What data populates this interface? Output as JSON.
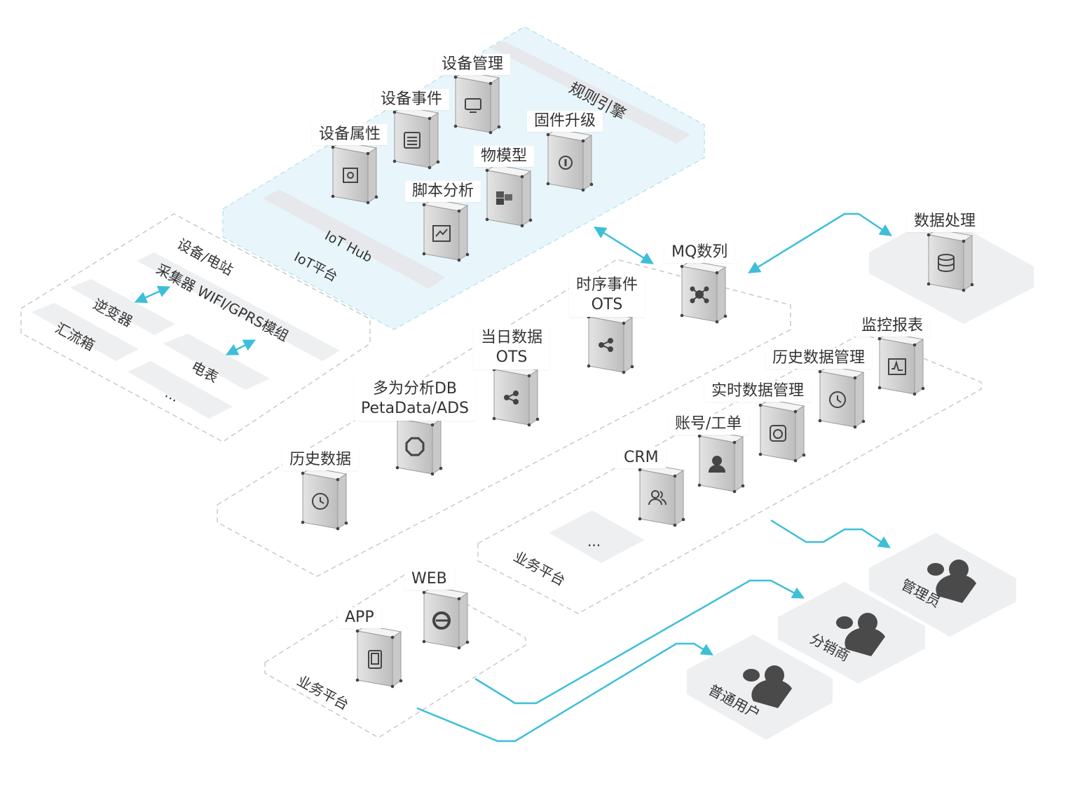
{
  "iot": {
    "rule_engine": "规则引擎",
    "hub": "IoT Hub",
    "platform": "IoT平台",
    "modules": [
      {
        "label": "设备管理",
        "icon": "monitor-icon"
      },
      {
        "label": "设备事件",
        "icon": "list-icon"
      },
      {
        "label": "设备属性",
        "icon": "chip-icon"
      },
      {
        "label": "固件升级",
        "icon": "firmware-icon"
      },
      {
        "label": "物模型",
        "icon": "cubes-icon"
      },
      {
        "label": "脚本分析",
        "icon": "line-chart-icon"
      }
    ]
  },
  "devices": {
    "title": "设备/电站",
    "collector": "采集器 WIFI/GPRS模组",
    "inverter": "逆变器",
    "combiner": "汇流箱",
    "meter": "电表",
    "more": "..."
  },
  "mq": {
    "label": "MQ数列",
    "icon": "network-icon"
  },
  "data_layer": {
    "items": [
      {
        "line1": "时序事件",
        "line2": "OTS",
        "icon": "share-icon"
      },
      {
        "line1": "当日数据",
        "line2": "OTS",
        "icon": "share-icon"
      },
      {
        "line1": "多为分析DB",
        "line2": "PetaData/ADS",
        "icon": "octagon-icon"
      },
      {
        "line1": "历史数据",
        "line2": "",
        "icon": "history-icon"
      }
    ]
  },
  "processing": {
    "label": "数据处理",
    "icon": "database-icon"
  },
  "business": {
    "title": "业务平台",
    "items": [
      {
        "label": "监控报表",
        "icon": "pulse-chart-icon"
      },
      {
        "label": "历史数据管理",
        "icon": "clock-icon"
      },
      {
        "label": "实时数据管理",
        "icon": "gauge-icon"
      },
      {
        "label": "账号/工单",
        "icon": "user-icon"
      },
      {
        "label": "CRM",
        "icon": "users-icon"
      }
    ],
    "more": "..."
  },
  "clients": {
    "title": "业务平台",
    "items": [
      {
        "label": "WEB",
        "icon": "ie-icon"
      },
      {
        "label": "APP",
        "icon": "tablet-icon"
      }
    ]
  },
  "users": [
    {
      "label": "管理员",
      "icon": "user-group-icon"
    },
    {
      "label": "分销商",
      "icon": "user-group-icon"
    },
    {
      "label": "普通用户",
      "icon": "user-group-icon"
    }
  ],
  "colors": {
    "accent": "#3dbfd9",
    "iot_bg": "#e8f6fb",
    "panel": "#eeeff1",
    "dash": "#c9c9c9"
  }
}
